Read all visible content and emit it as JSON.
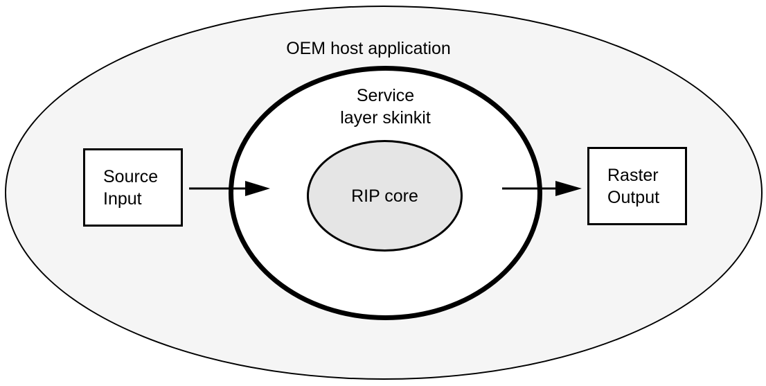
{
  "diagram": {
    "oem_host": {
      "label": "OEM host application"
    },
    "service_layer": {
      "line1": "Service",
      "line2": "layer skinkit"
    },
    "rip_core": {
      "label": "RIP core"
    },
    "source_input": {
      "line1": "Source",
      "line2": "Input"
    },
    "raster_output": {
      "line1": "Raster",
      "line2": "Output"
    },
    "colors": {
      "outer_ellipse_fill": "#f5f5f5",
      "service_circle_fill": "#ffffff",
      "rip_core_fill": "#e5e5e5",
      "stroke": "#000000",
      "text": "#000000"
    }
  }
}
